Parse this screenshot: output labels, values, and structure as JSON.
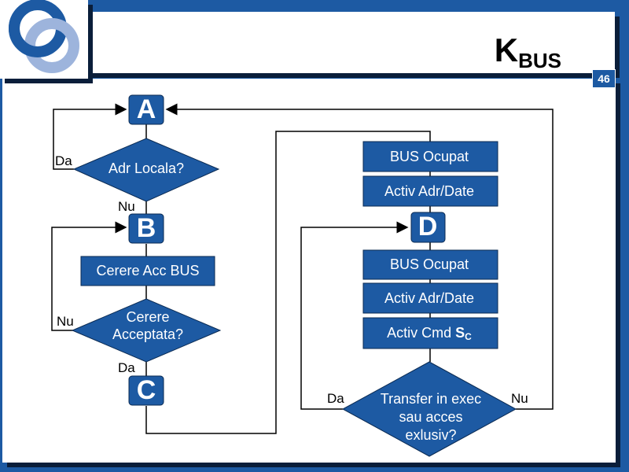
{
  "slide": {
    "title_main": "K",
    "title_sub": "BUS",
    "page_number": "46"
  },
  "flowchart": {
    "connectors": {
      "a": "A",
      "b": "B",
      "c": "C",
      "d": "D"
    },
    "decisions": {
      "adr_locala": "Adr Locala?",
      "cerere_acceptata_1": "Cerere",
      "cerere_acceptata_2": "Acceptata?",
      "transfer_1": "Transfer in exec",
      "transfer_2": "sau acces",
      "transfer_3": "exlusiv?"
    },
    "processes": {
      "cerere_acc_bus": "Cerere Acc BUS",
      "bus_ocupat_1": "BUS Ocupat",
      "activ_adr_date_1": "Activ Adr/Date",
      "bus_ocupat_2": "BUS Ocupat",
      "activ_adr_date_2": "Activ Adr/Date",
      "activ_cmd": "Activ Cmd ",
      "activ_cmd_bold": "S",
      "activ_cmd_sub": "C"
    },
    "labels": {
      "da_adr": "Da",
      "nu_adr": "Nu",
      "nu_cerere": "Nu",
      "da_cerere": "Da",
      "da_transfer": "Da",
      "nu_transfer": "Nu"
    }
  }
}
